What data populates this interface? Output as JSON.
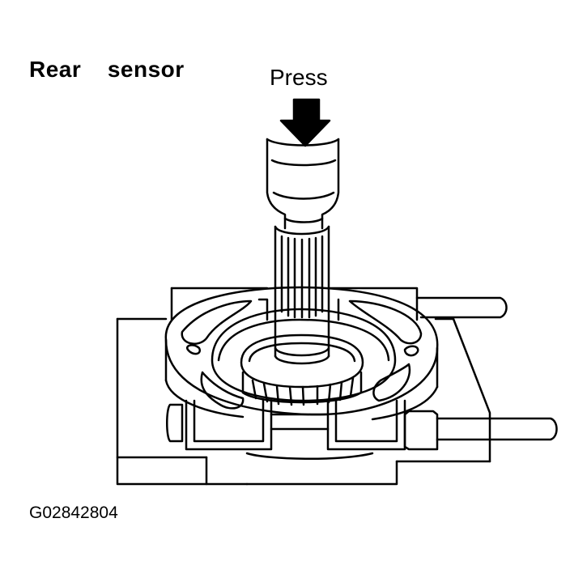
{
  "diagram": {
    "title": "Rear  sensor",
    "press_label": "Press",
    "figure_id": "G02842804"
  },
  "icons": {
    "press_arrow": "arrow-down-icon"
  },
  "colors": {
    "ink": "#000000",
    "paper": "#ffffff"
  }
}
